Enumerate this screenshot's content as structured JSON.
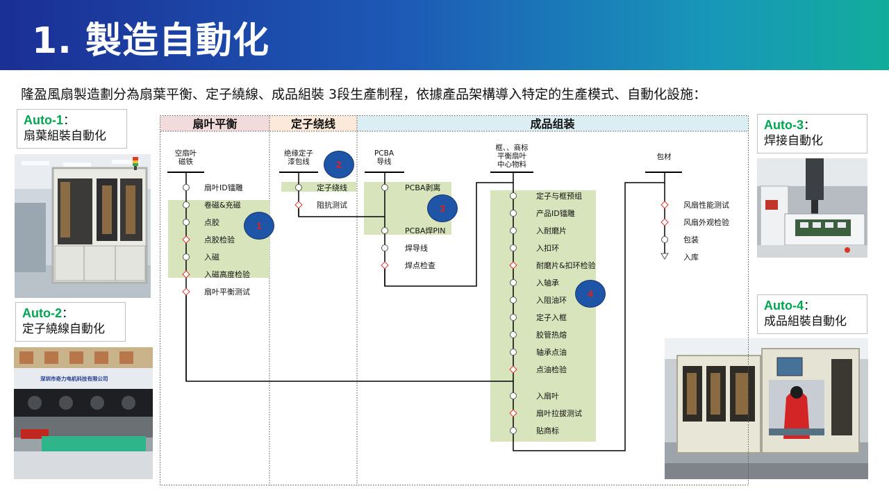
{
  "header": {
    "title": "1. 製造自動化",
    "bg_gradient": [
      "#1b2f95",
      "#12ad9c"
    ]
  },
  "intro": "隆盈風扇製造劃分為扇葉平衡、定子繞線、成品組裝 3段生產制程，依據產品架構導入特定的生產模式、自動化設施：",
  "auto_labels": [
    {
      "code": "Auto-1",
      "desc": "扇葉組裝自動化"
    },
    {
      "code": "Auto-2",
      "desc": "定子繞線自動化"
    },
    {
      "code": "Auto-3",
      "desc": "焊接自動化"
    },
    {
      "code": "Auto-4",
      "desc": "成品組裝自動化"
    }
  ],
  "photos": {
    "auto1": "fan-blade-assembly-machine",
    "auto2": "stator-winding-machine",
    "auto2_sign": "深圳市奇力电机科技有限公司",
    "auto3": "welding-machine",
    "auto4": "assembly-line-worker"
  },
  "colors": {
    "accent_green": "#00a550",
    "step_bg": "#d8e4bc",
    "badge": "#1f55a6",
    "badge_text": "#e0201f",
    "stage1": "#f2dcdb",
    "stage2": "#fde9d9",
    "stage3": "#daeef3"
  },
  "stages": [
    {
      "name": "扇叶平衡"
    },
    {
      "name": "定子绕线"
    },
    {
      "name": "成品组装"
    }
  ],
  "sources": {
    "fan": "空扇叶\n磁铁",
    "stator": "绝缘定子\n漆包线",
    "pcba": "PCBA\n导线",
    "frame": "框、、商标\n平衡扇叶\n中心物料",
    "pack": "包材"
  },
  "badges": [
    "1",
    "2",
    "3",
    "4"
  ],
  "steps": {
    "fan": [
      {
        "label": "扇叶ID镭雕",
        "type": "op"
      },
      {
        "label": "卷磁&充磁",
        "type": "op"
      },
      {
        "label": "点胶",
        "type": "op"
      },
      {
        "label": "点胶检验",
        "type": "inspect"
      },
      {
        "label": "入磁",
        "type": "op"
      },
      {
        "label": "入磁高度检验",
        "type": "inspect"
      },
      {
        "label": "扇叶平衡测试",
        "type": "inspect"
      }
    ],
    "stator": [
      {
        "label": "定子绕线",
        "type": "op"
      },
      {
        "label": "阻抗测试",
        "type": "inspect"
      }
    ],
    "pcba": [
      {
        "label": "PCBA剥离",
        "type": "op"
      },
      {
        "label": "PCBA焊PIN",
        "type": "op"
      },
      {
        "label": "焊导线",
        "type": "op"
      },
      {
        "label": "焊点检查",
        "type": "inspect"
      }
    ],
    "assembly": [
      {
        "label": "定子与框预组",
        "type": "op"
      },
      {
        "label": "产品ID镭雕",
        "type": "op"
      },
      {
        "label": "入耐磨片",
        "type": "op"
      },
      {
        "label": "入扣环",
        "type": "op"
      },
      {
        "label": "耐磨片&扣环检验",
        "type": "inspect"
      },
      {
        "label": "入轴承",
        "type": "op"
      },
      {
        "label": "入阻油环",
        "type": "op"
      },
      {
        "label": "定子入框",
        "type": "op"
      },
      {
        "label": "胶管热熔",
        "type": "op"
      },
      {
        "label": "轴承点油",
        "type": "op"
      },
      {
        "label": "点油检验",
        "type": "inspect"
      },
      {
        "label": "入扇叶",
        "type": "op"
      },
      {
        "label": "扇叶拉拔测试",
        "type": "inspect"
      },
      {
        "label": "贴商标",
        "type": "op"
      }
    ],
    "pack": [
      {
        "label": "风扇性能测试",
        "type": "inspect"
      },
      {
        "label": "风扇外观检验",
        "type": "inspect"
      },
      {
        "label": "包装",
        "type": "op"
      },
      {
        "label": "入库",
        "type": "store"
      }
    ]
  }
}
